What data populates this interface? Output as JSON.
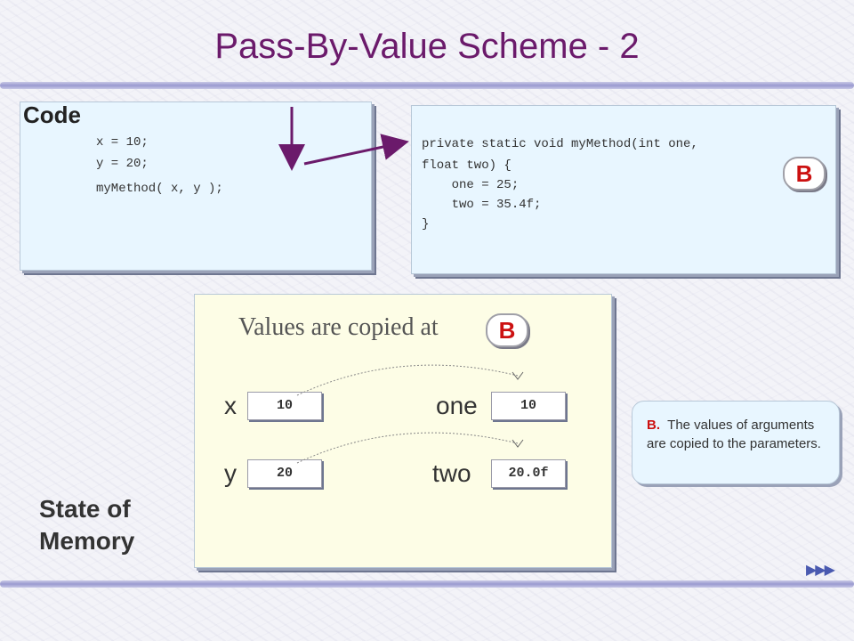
{
  "title": "Pass-By-Value Scheme - 2",
  "code": {
    "heading": "Code",
    "lines": [
      "x = 10;",
      "y = 20;",
      "myMethod( x, y );"
    ]
  },
  "method": {
    "lines": [
      "private static void myMethod(int one,",
      "float two) {",
      "    one = 25;",
      "    two = 35.4f;",
      "}"
    ],
    "badge": "B"
  },
  "memory": {
    "caption": "Values are copied at",
    "badge": "B",
    "vars": [
      {
        "name": "x",
        "value": "10"
      },
      {
        "name": "y",
        "value": "20"
      }
    ],
    "params": [
      {
        "name": "one",
        "value": "10"
      },
      {
        "name": "two",
        "value": "20.0f"
      }
    ],
    "state_label_line1": "State of",
    "state_label_line2": "Memory"
  },
  "note": {
    "key": "B.",
    "text": "The values of arguments are copied to the parameters."
  },
  "nav": {
    "icon": "navigation-arrows-icon",
    "symbol": "▶▶▶"
  },
  "colors": {
    "title": "#6b1a6b",
    "arrow": "#6b1a6b",
    "badge_text": "#cc1111"
  }
}
